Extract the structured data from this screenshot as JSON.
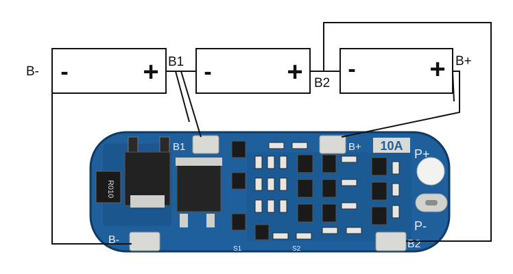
{
  "cells": [
    {
      "neg": "-",
      "pos": "+"
    },
    {
      "neg": "-",
      "pos": "+"
    },
    {
      "neg": "-",
      "pos": "+"
    }
  ],
  "wire_labels": {
    "b_minus": "B-",
    "b1": "B1",
    "b2": "B2",
    "b_plus": "B+"
  },
  "board": {
    "silk_b1": "B1",
    "silk_b_plus": "B+",
    "current_rating": "10A",
    "silk_p_plus": "P+",
    "silk_p_minus": "P-",
    "silk_b_minus": "B-",
    "silk_b2": "B2",
    "silk_s1": "S1",
    "silk_s2": "S2",
    "resistor_code": "R010"
  },
  "colors": {
    "pcb": "#1f5f9c",
    "pcb_dark": "#184d82",
    "pad": "#d9d9d6",
    "chip": "#202020",
    "wire": "#111111",
    "board_edge": "#0f3a66"
  }
}
